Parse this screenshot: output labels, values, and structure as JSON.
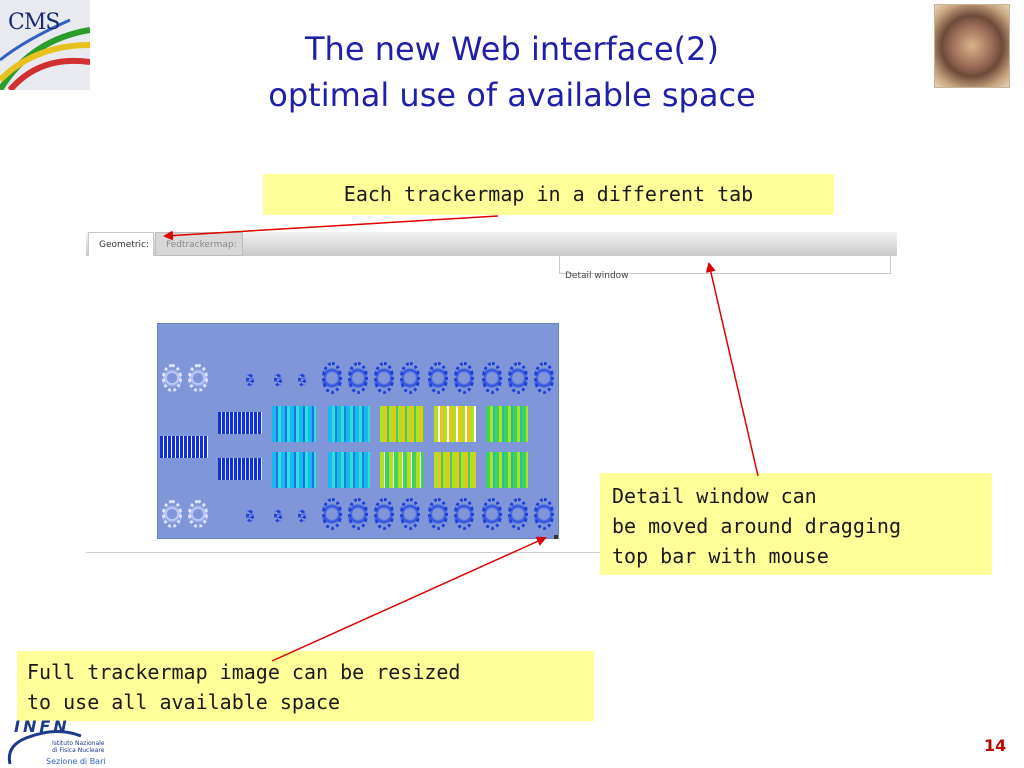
{
  "slide": {
    "title_line1": "The new Web interface(2)",
    "title_line2": "optimal use of available space",
    "page_number": "14"
  },
  "logos": {
    "cms": "CMS",
    "infn": "INFN",
    "infn_sub_1": "Istituto Nazionale",
    "infn_sub_2": "di Fisica Nucleare",
    "infn_bari": "Sezione di Bari"
  },
  "callouts": {
    "tabs": "Each trackermap in a different tab",
    "detail_line1": "Detail window can",
    "detail_line2": "be moved around dragging",
    "detail_line3": "top bar with mouse",
    "resize_line1": "Full trackermap image can be resized",
    "resize_line2": "to use all available space"
  },
  "screenshot": {
    "tabs": [
      {
        "label": "Geometric:",
        "active": true
      },
      {
        "label": "Fedtrackermap:",
        "active": false
      }
    ],
    "detail_window_label": "Detail window"
  },
  "colors": {
    "title": "#1f1fa8",
    "callout_bg": "#ffff99",
    "arrow": "#e00000",
    "map_bg": "#7f97d9",
    "page_number": "#c40000"
  }
}
